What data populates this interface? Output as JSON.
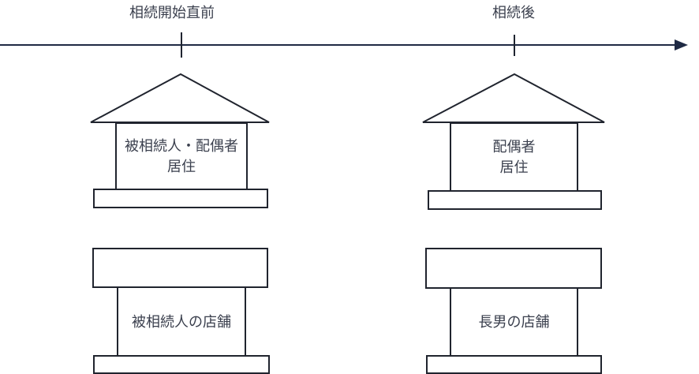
{
  "timeline": {
    "label_before": "相続開始直前",
    "label_after": "相続後"
  },
  "before_column": {
    "house_label": "被相続人・配偶者\n居住",
    "store_label": "被相続人の店舗"
  },
  "after_column": {
    "house_label": "配偶者\n居住",
    "store_label": "長男の店舗"
  },
  "colors": {
    "background": "#ffffff",
    "outline": "#20242e",
    "arrow": "#1f2a44",
    "text": "#3a3f4d"
  }
}
